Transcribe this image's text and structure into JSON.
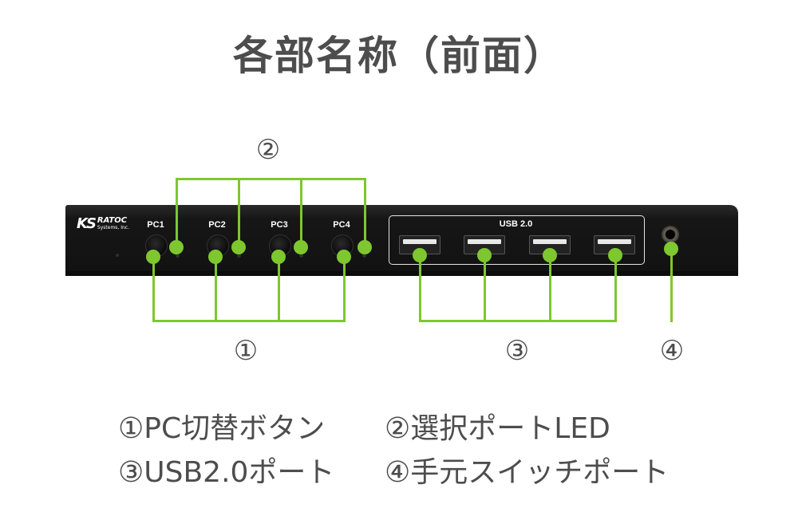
{
  "title": "各部名称（前面）",
  "callouts": {
    "n1": "①",
    "n2": "②",
    "n3": "③",
    "n4": "④"
  },
  "device": {
    "logo_mark": "KS",
    "logo_name": "RATOC",
    "logo_sub": "Systems, Inc.",
    "pc_buttons": [
      "PC1",
      "PC2",
      "PC3",
      "PC4"
    ],
    "usb_panel_label": "USB 2.0",
    "usb_port_count": 4
  },
  "legend": {
    "item1": "①PC切替ボタン",
    "item2": "②選択ポートLED",
    "item3": "③USB2.0ポート",
    "item4": "④手元スイッチポート"
  },
  "colors": {
    "accent_line": "#7ec72f",
    "text": "#4d4d4d",
    "device": "#141414"
  }
}
